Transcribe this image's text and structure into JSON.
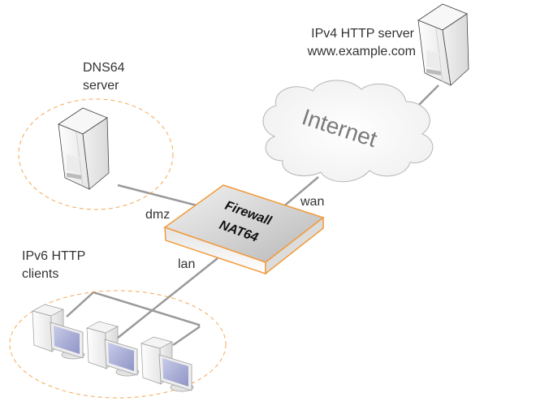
{
  "diagram": {
    "title": "NAT64 network topology",
    "nodes": {
      "ipv4_server": {
        "line1": "IPv4 HTTP server",
        "line2": "www.example.com",
        "icon": "server-tower-icon"
      },
      "internet": {
        "label": "Internet",
        "icon": "cloud-icon"
      },
      "dns64": {
        "line1": "DNS64",
        "line2": "server",
        "icon": "server-tower-icon"
      },
      "firewall": {
        "line1": "Firewall",
        "line2": "NAT64",
        "icon": "firewall-appliance-icon"
      },
      "clients": {
        "line1": "IPv6 HTTP",
        "line2": "clients",
        "icon": "workstation-icon",
        "count": 3
      }
    },
    "links": {
      "wan": "wan",
      "dmz": "dmz",
      "lan": "lan"
    },
    "colors": {
      "accent": "#f39a3a",
      "link": "#9a9a9a",
      "text": "#333333",
      "screen": "#a9aed6"
    }
  }
}
